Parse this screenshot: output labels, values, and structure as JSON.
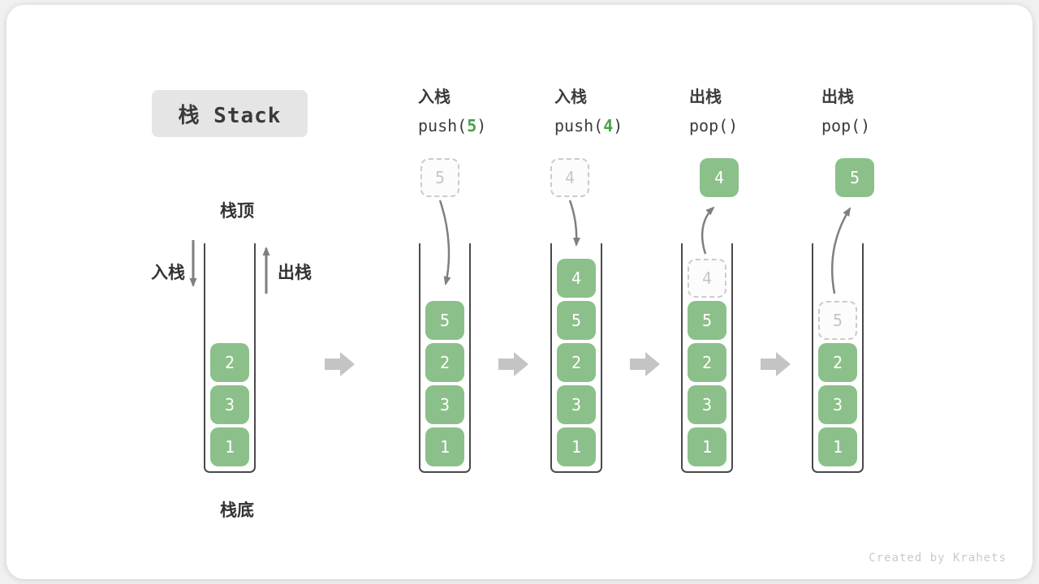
{
  "title": "栈 Stack",
  "labels": {
    "stack_top": "栈顶",
    "stack_bottom": "栈底",
    "push_cn": "入栈",
    "pop_cn": "出栈"
  },
  "columns": [
    {
      "cn": "入栈",
      "code_pre": "push(",
      "arg": "5",
      "code_post": ")",
      "top_value": "5",
      "top_style": "dashed"
    },
    {
      "cn": "入栈",
      "code_pre": "push(",
      "arg": "4",
      "code_post": ")",
      "top_value": "4",
      "top_style": "dashed"
    },
    {
      "cn": "出栈",
      "code_pre": "pop(",
      "arg": "",
      "code_post": ")",
      "top_value": "4",
      "top_style": "solid"
    },
    {
      "cn": "出栈",
      "code_pre": "pop(",
      "arg": "",
      "code_post": ")",
      "top_value": "5",
      "top_style": "solid"
    }
  ],
  "stacks": [
    {
      "items": [
        "2",
        "3",
        "1"
      ]
    },
    {
      "items": [
        "5",
        "2",
        "3",
        "1"
      ]
    },
    {
      "items": [
        "4",
        "5",
        "2",
        "3",
        "1"
      ]
    },
    {
      "ghost": "4",
      "items": [
        "5",
        "2",
        "3",
        "1"
      ]
    },
    {
      "ghost": "5",
      "items": [
        "2",
        "3",
        "1"
      ]
    }
  ],
  "colors": {
    "box_green": "#8cc08a",
    "code_arg_green": "#47a247",
    "dashed_border": "#cbcbcb",
    "arrow_gray": "#7f7f7f",
    "step_arrow_gray": "#c4c4c4",
    "title_bg": "#e5e5e5",
    "text_dark": "#3c3c3c"
  },
  "watermark": "Created by Krahets"
}
